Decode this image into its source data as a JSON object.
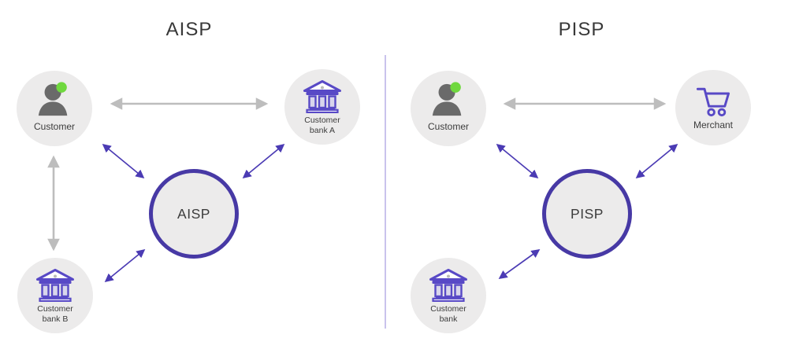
{
  "panels": [
    {
      "title": "AISP",
      "hub_label": "AISP",
      "nodes": [
        {
          "name": "customer",
          "icon": "person-icon",
          "label": "Customer"
        },
        {
          "name": "customer-bank-a",
          "icon": "bank-icon",
          "label_line1": "Customer",
          "label_line2": "bank A"
        },
        {
          "name": "customer-bank-b",
          "icon": "bank-icon",
          "label_line1": "Customer",
          "label_line2": "bank B"
        }
      ],
      "connections": [
        {
          "from": "customer",
          "to": "customer-bank-a",
          "style": "gray-double-arrow"
        },
        {
          "from": "customer",
          "to": "customer-bank-b",
          "style": "gray-double-arrow"
        },
        {
          "from": "customer",
          "to": "AISP",
          "style": "purple-double-arrow"
        },
        {
          "from": "customer-bank-a",
          "to": "AISP",
          "style": "purple-double-arrow"
        },
        {
          "from": "customer-bank-b",
          "to": "AISP",
          "style": "purple-double-arrow"
        }
      ]
    },
    {
      "title": "PISP",
      "hub_label": "PISP",
      "nodes": [
        {
          "name": "customer",
          "icon": "person-icon",
          "label": "Customer"
        },
        {
          "name": "merchant",
          "icon": "cart-icon",
          "label": "Merchant"
        },
        {
          "name": "customer-bank",
          "icon": "bank-icon",
          "label_line1": "Customer",
          "label_line2": "bank"
        }
      ],
      "connections": [
        {
          "from": "customer",
          "to": "merchant",
          "style": "gray-double-arrow"
        },
        {
          "from": "customer",
          "to": "PISP",
          "style": "purple-double-arrow"
        },
        {
          "from": "merchant",
          "to": "PISP",
          "style": "purple-double-arrow"
        },
        {
          "from": "customer-bank",
          "to": "PISP",
          "style": "purple-double-arrow"
        }
      ]
    }
  ],
  "colors": {
    "hub_border": "#4739A5",
    "node_fill": "#ECEBEB",
    "icon_purple": "#5849C6",
    "arrow_purple": "#4B3BB4",
    "arrow_gray": "#BDBDBD",
    "divider": "#C9C3EC",
    "text_dark": "#3C3C3C",
    "title_text": "#383838",
    "person_gray": "#6A6A6A",
    "online_green": "#6FD83E"
  }
}
